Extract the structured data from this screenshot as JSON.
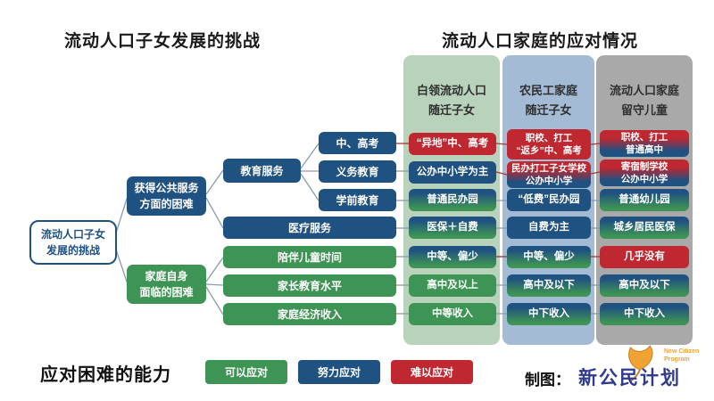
{
  "palette": {
    "hard": "#bf2731",
    "effort": "#1f5181",
    "can": "#3e9454",
    "col1_bg": "#b9d2bb",
    "col2_bg": "#a4bbd5",
    "col3_bg": "#a9a9a9",
    "line": "#8a9ab0",
    "line_hard": "#a93439",
    "logo_blue": "#303a8d",
    "leaf_orange": "#f0a233"
  },
  "titles": {
    "left": "流动人口子女发展的挑战",
    "right": "流动人口家庭的应对情况"
  },
  "tree": {
    "root": "流动人口子女\n发展的挑战",
    "public_service": "获得公共服务\n方面的困难",
    "family": "家庭自身\n面临的困难",
    "education": "教育服务",
    "exam": "中、高考",
    "compulsory": "义务教育",
    "preschool": "学前教育",
    "medical": "医疗服务",
    "companion": "陪伴儿童时间",
    "parent_edu": "家长教育水平",
    "income": "家庭经济收入"
  },
  "columns": [
    {
      "header": "白领流动人口\n随迁子女",
      "cells": [
        {
          "text": "“异地”中、高考",
          "level": "hard"
        },
        {
          "text": "公办中小学为主",
          "level": "effort"
        },
        {
          "text": "普通民办园",
          "level": "effort_can"
        },
        {
          "text": "医保＋自费",
          "level": "effort_can"
        },
        {
          "text": "中等、偏少",
          "level": "effort_can"
        },
        {
          "text": "高中及以上",
          "level": "can"
        },
        {
          "text": "中等收入",
          "level": "can"
        }
      ]
    },
    {
      "header": "农民工家庭\n随迁子女",
      "cells": [
        {
          "text": "职校、打工\n“返乡”中、高考",
          "level": "hard"
        },
        {
          "text": "民办打工子女学校\n公办中小学",
          "level": "hard_effort"
        },
        {
          "text": "“低费”民办园",
          "level": "effort"
        },
        {
          "text": "自费为主",
          "level": "effort"
        },
        {
          "text": "中等、偏少",
          "level": "effort_can"
        },
        {
          "text": "高中及以下",
          "level": "effort_can"
        },
        {
          "text": "中下收入",
          "level": "effort_can"
        }
      ]
    },
    {
      "header": "流动人口家庭\n留守儿童",
      "cells": [
        {
          "text": "职校、打工\n普通高中",
          "level": "hard_effort"
        },
        {
          "text": "寄宿制学校\n公办中小学",
          "level": "hard_effort"
        },
        {
          "text": "普通幼儿园",
          "level": "effort_can"
        },
        {
          "text": "城乡居民医保",
          "level": "effort_can"
        },
        {
          "text": "几乎没有",
          "level": "hard"
        },
        {
          "text": "高中及以下",
          "level": "effort_can"
        },
        {
          "text": "中下收入",
          "level": "effort_can"
        }
      ]
    }
  ],
  "legend": {
    "label": "应对困难的能力",
    "items": [
      {
        "label": "可以应对",
        "level": "can",
        "color": "#3e9454"
      },
      {
        "label": "努力应对",
        "level": "effort",
        "color": "#1f5181"
      },
      {
        "label": "难以应对",
        "level": "hard",
        "color": "#bf2731"
      }
    ]
  },
  "footer": {
    "credit": "制图：",
    "logo_text": "新公民计划",
    "logo_subtext": "New Citizen\nProgram"
  }
}
